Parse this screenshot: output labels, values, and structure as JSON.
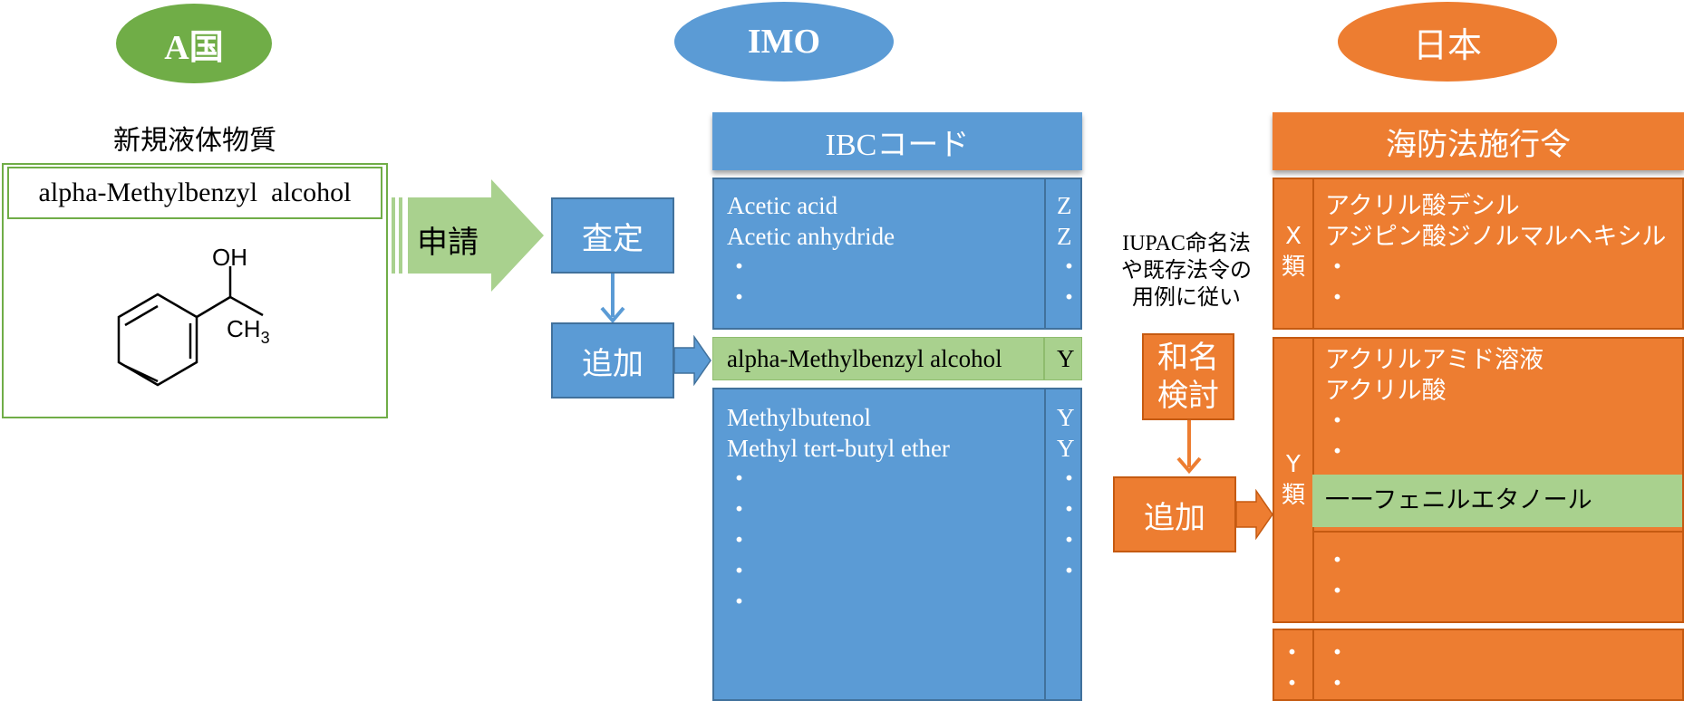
{
  "country_a": {
    "title": "A国",
    "color": "#70ad47"
  },
  "imo": {
    "title": "IMO",
    "color": "#5b9bd5"
  },
  "japan": {
    "title": "日本",
    "color": "#ed7d31"
  },
  "new_substance": {
    "heading": "新規液体物質",
    "name": "alpha-Methylbenzyl  alcohol",
    "structure_labels": {
      "oh": "OH",
      "ch3": "CH",
      "ch3_sub": "3"
    }
  },
  "apply_label": "申請",
  "review_label": "査定",
  "imo_add_label": "追加",
  "ibc": {
    "header": "IBCコード",
    "upper_rows": [
      {
        "name": "Acetic acid",
        "cat": "Z"
      },
      {
        "name": "Acetic anhydride",
        "cat": "Z"
      },
      {
        "name": "・",
        "cat": "・"
      },
      {
        "name": "・",
        "cat": "・"
      }
    ],
    "added_row": {
      "name": "alpha-Methylbenzyl alcohol",
      "cat": "Y"
    },
    "lower_rows": [
      {
        "name": "Methylbutenol",
        "cat": "Y"
      },
      {
        "name": "Methyl tert-butyl ether",
        "cat": "Y"
      },
      {
        "name": "・",
        "cat": "・"
      },
      {
        "name": "・",
        "cat": "・"
      },
      {
        "name": "・",
        "cat": "・"
      },
      {
        "name": "・",
        "cat": "・"
      },
      {
        "name": "・",
        "cat": ""
      }
    ]
  },
  "naming_note": [
    "IUPAC命名法",
    "や既存法令の",
    "用例に従い"
  ],
  "japanese_name_box": [
    "和名",
    "検討"
  ],
  "japan_add_label": "追加",
  "enforcement": {
    "header": "海防法施行令",
    "x_class": {
      "label_top": "X",
      "label_bottom": "類",
      "rows": [
        "アクリル酸デシル",
        "アジピン酸ジノルマルヘキシル",
        "・",
        "・"
      ]
    },
    "y_class": {
      "label_top": "Y",
      "label_bottom": "類",
      "rows_top": [
        "アクリルアミド溶液",
        "アクリル酸",
        "・",
        "・"
      ],
      "added_row": "一ーフェニルエタノール",
      "rows_bottom": [
        "・",
        "・"
      ]
    },
    "other_class": {
      "label_rows": [
        "・",
        "・"
      ],
      "rows": [
        "・",
        "・"
      ]
    }
  }
}
